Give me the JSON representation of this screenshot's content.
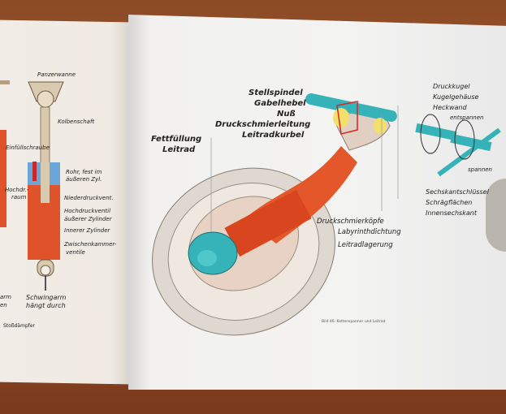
{
  "left_page": {
    "labels": {
      "panzerwanne": "Panzerwanne",
      "kolbenschaft": "Kolbenschaft",
      "einfuellschraube": "Einfüllschraube",
      "rohr": "Rohr, fest im",
      "rohr2": "äußeren Zyl.",
      "hochdruckraum": "Hochdr.-",
      "hochdruckraum2": "raum",
      "niederdruckventil": "Niederdruckvent.",
      "hochdruckventil": "Hochdruckventil",
      "aeusserer_zylinder": "äußerer Zylinder",
      "innerer_zylinder": "Innerer Zylinder",
      "zwischenkammer": "Zwischenkammer-",
      "zwischenkammer2": "ventile",
      "schwingarm": "Schwingarm",
      "schwingarm2": "hängt durch",
      "partial1": "arm",
      "partial2": "en"
    },
    "caption": "Stoßdämpfer"
  },
  "right_page": {
    "labels": {
      "stellspindel": "Stellspindel",
      "gabelhebel": "Gabelhebel",
      "nuss": "Nuß",
      "druckschmierleitung": "Druckschmierleitung",
      "leitradkurbel": "Leitradkurbel",
      "fettfuellung": "Fettfüllung",
      "leitrad": "Leitrad",
      "druckkugel": "Druckkugel",
      "kugelgehaeuse": "Kugelgehäuse",
      "heckwand": "Heckwand",
      "entspannen": "entspannen",
      "spannen": "spannen",
      "sechskantschluessel": "Sechskantschlüssel",
      "schraegflaechen": "Schrägflächen",
      "innensechskant": "Innensechskant",
      "druckschmierkoepfe": "Druckschmierköpfe",
      "labyrinthdichtung": "Labyrinthdichtung",
      "leitradlagerung": "Leitradlagerung"
    },
    "caption": "Bild 46. Kettenspanner und Leitrad"
  }
}
